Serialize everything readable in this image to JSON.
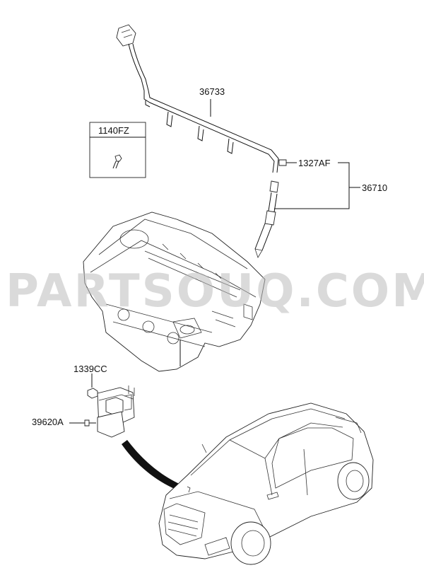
{
  "parts": {
    "harness": "36733",
    "bolt_box": "1140FZ",
    "plug_nut": "1327AF",
    "glow_plug_assy": "36710",
    "relay_nut": "1339CC",
    "relay": "39620A"
  },
  "watermark": "PARTSOUQ.COM",
  "colors": {
    "line": "#111111",
    "watermark": "#bdbdbd",
    "background": "#ffffff"
  }
}
